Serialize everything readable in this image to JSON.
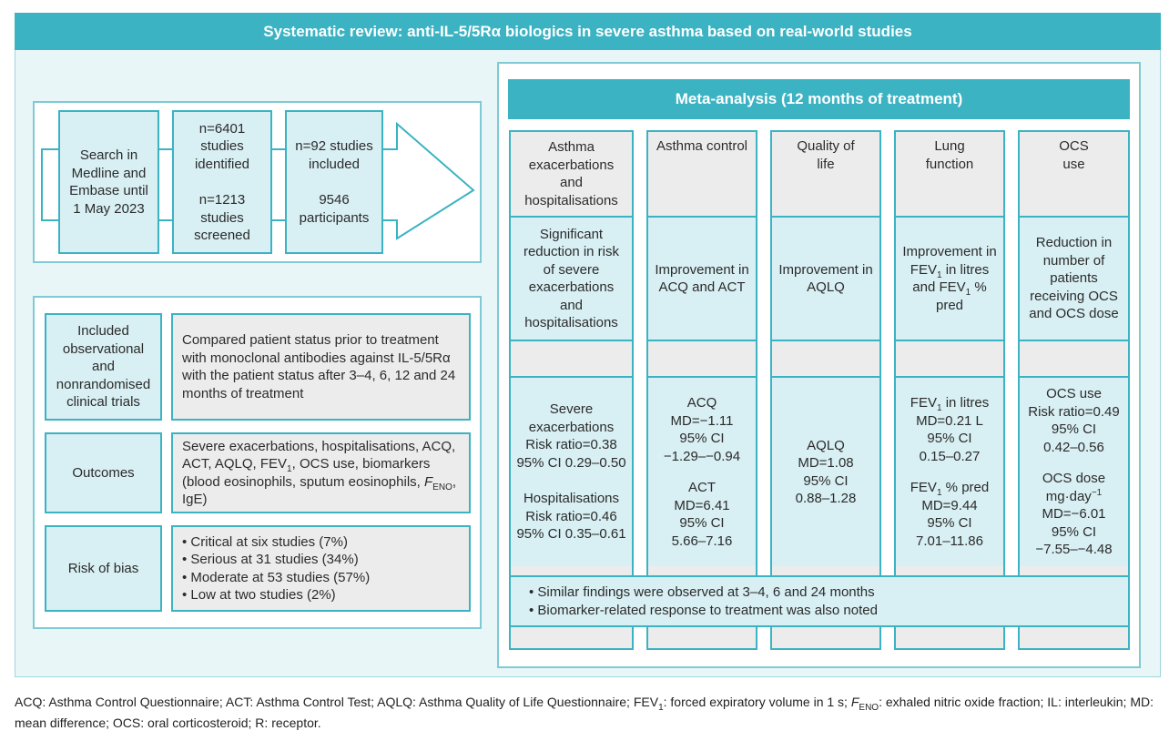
{
  "title": "Systematic review: anti-IL-5/5Rα biologics in severe asthma based on real-world studies",
  "search_flow": {
    "search": "Search in Medline and Embase until 1 May 2023",
    "identified": "n=6401 studies identified",
    "screened": "n=1213 studies screened",
    "included": "n=92 studies included",
    "participants": "9546 participants"
  },
  "study_details": {
    "design_label": "Included observational and nonrandomised clinical trials",
    "design_text": "Compared patient status prior to treatment with monoclonal antibodies against IL-5/5Rα with the patient status after 3–4, 6, 12 and 24 months of treatment",
    "outcomes_label": "Outcomes",
    "outcomes_text_a": "Severe exacerbations, hospitalisations, ACQ, ACT, AQLQ, FEV",
    "outcomes_sub_1": "1",
    "outcomes_text_b": ", OCS use, biomarkers (blood eosinophils, sputum eosinophils, ",
    "outcomes_feno_f": "F",
    "outcomes_feno_sub": "ENO",
    "outcomes_text_c": ", IgE)",
    "bias_label": "Risk of bias",
    "bias_items": [
      "Critical at six studies (7%)",
      "Serious at 31 studies (34%)",
      "Moderate at 53 studies (57%)",
      "Low at two studies (2%)"
    ]
  },
  "meta_analysis": {
    "title": "Meta-analysis (12 months of treatment)",
    "columns": [
      {
        "header": "Asthma exacerbations and hospitalisations",
        "summary": "Significant reduction in risk of severe exacerbations and hospitalisations",
        "results": [
          "Severe exacerbations",
          "Risk ratio=0.38",
          "95% CI 0.29–0.50",
          "",
          "Hospitalisations",
          "Risk ratio=0.46",
          "95% CI 0.35–0.61"
        ]
      },
      {
        "header": "Asthma control",
        "summary": "Improvement in ACQ and ACT",
        "results": [
          "ACQ",
          "MD=−1.11",
          "95% CI",
          "−1.29–−0.94",
          "",
          "ACT",
          "MD=6.41",
          "95% CI",
          "5.66–7.16"
        ]
      },
      {
        "header": "Quality of life",
        "summary": "Improvement in AQLQ",
        "results": [
          "AQLQ",
          "MD=1.08",
          "95% CI",
          "0.88–1.28"
        ]
      },
      {
        "header": "Lung function",
        "summary_a": "Improvement in FEV",
        "summary_sub": "1",
        "summary_b": " in litres and FEV",
        "summary_c": " % pred",
        "results_1_a": "FEV",
        "results_1_b": " in litres",
        "results": [
          "MD=0.21 L",
          "95% CI",
          "0.15–0.27"
        ],
        "results_2_b": " % pred",
        "results2": [
          "MD=9.44",
          "95% CI",
          "7.01–11.86"
        ]
      },
      {
        "header": "OCS use",
        "summary": "Reduction in number of patients receiving OCS and OCS dose",
        "results": [
          "OCS use",
          "Risk ratio=0.49",
          "95% CI",
          "0.42–0.56",
          "",
          "OCS dose"
        ],
        "unit_a": "mg·day",
        "unit_sup": "−1",
        "results2": [
          "MD=−6.01",
          "95% CI",
          "−7.55–−4.48"
        ]
      }
    ],
    "notes": [
      "Similar findings were observed at 3–4, 6 and 24 months",
      "Biomarker-related response to treatment was also noted"
    ]
  },
  "footnote_a": "ACQ: Asthma Control Questionnaire; ACT: Asthma Control Test; AQLQ: Asthma Quality of Life Questionnaire; FEV",
  "footnote_sub1": "1",
  "footnote_b": ": forced expiratory volume in 1 s; ",
  "footnote_f": "F",
  "footnote_fsub": "ENO",
  "footnote_c": ": exhaled nitric oxide fraction; IL: interleukin; MD: mean difference; OCS: oral corticosteroid; R: receptor.",
  "colors": {
    "accent": "#3bb3c3",
    "light_teal": "#d8eff3",
    "grey": "#ececec",
    "frame_bg": "#e9f6f8"
  }
}
